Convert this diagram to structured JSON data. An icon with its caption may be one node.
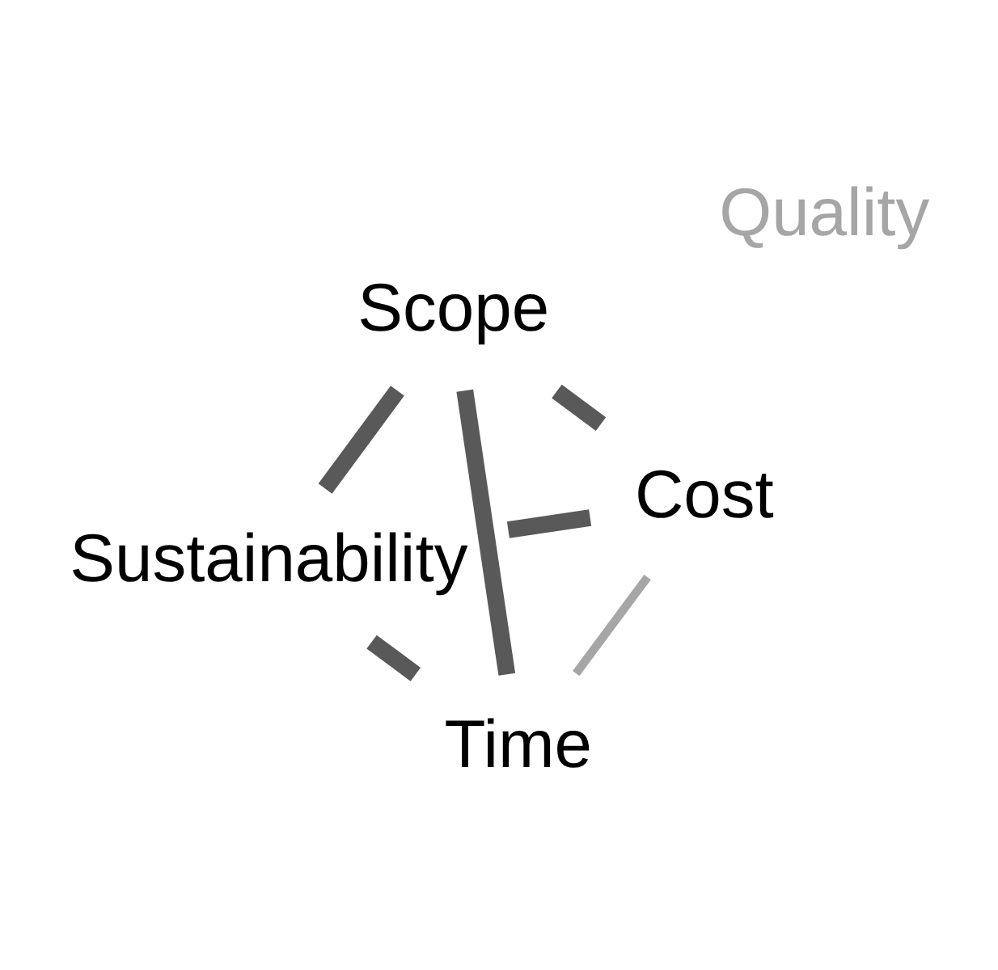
{
  "diagram": {
    "nodes": [
      {
        "text": [
          "Sustainability"
        ]
      },
      {
        "text": [
          "Cost"
        ]
      },
      {
        "text": [
          "Time"
        ]
      },
      {
        "text": [
          "Scope"
        ]
      }
    ],
    "edges": [
      {
        "from": 0,
        "to": 1,
        "arrow": "none"
      },
      {
        "from": 0,
        "to": 3,
        "arrow": "none"
      },
      {
        "from": 0,
        "to": 2,
        "arrow": "none"
      },
      {
        "from": 1,
        "to": 3,
        "arrow": "none"
      },
      {
        "from": 3,
        "to": 2,
        "arrow": "none"
      },
      {
        "from": 1,
        "to": 2,
        "arrow": "none",
        "color": "#a6a6a6"
      }
    ],
    "labels": [
      "Quality"
    ]
  }
}
